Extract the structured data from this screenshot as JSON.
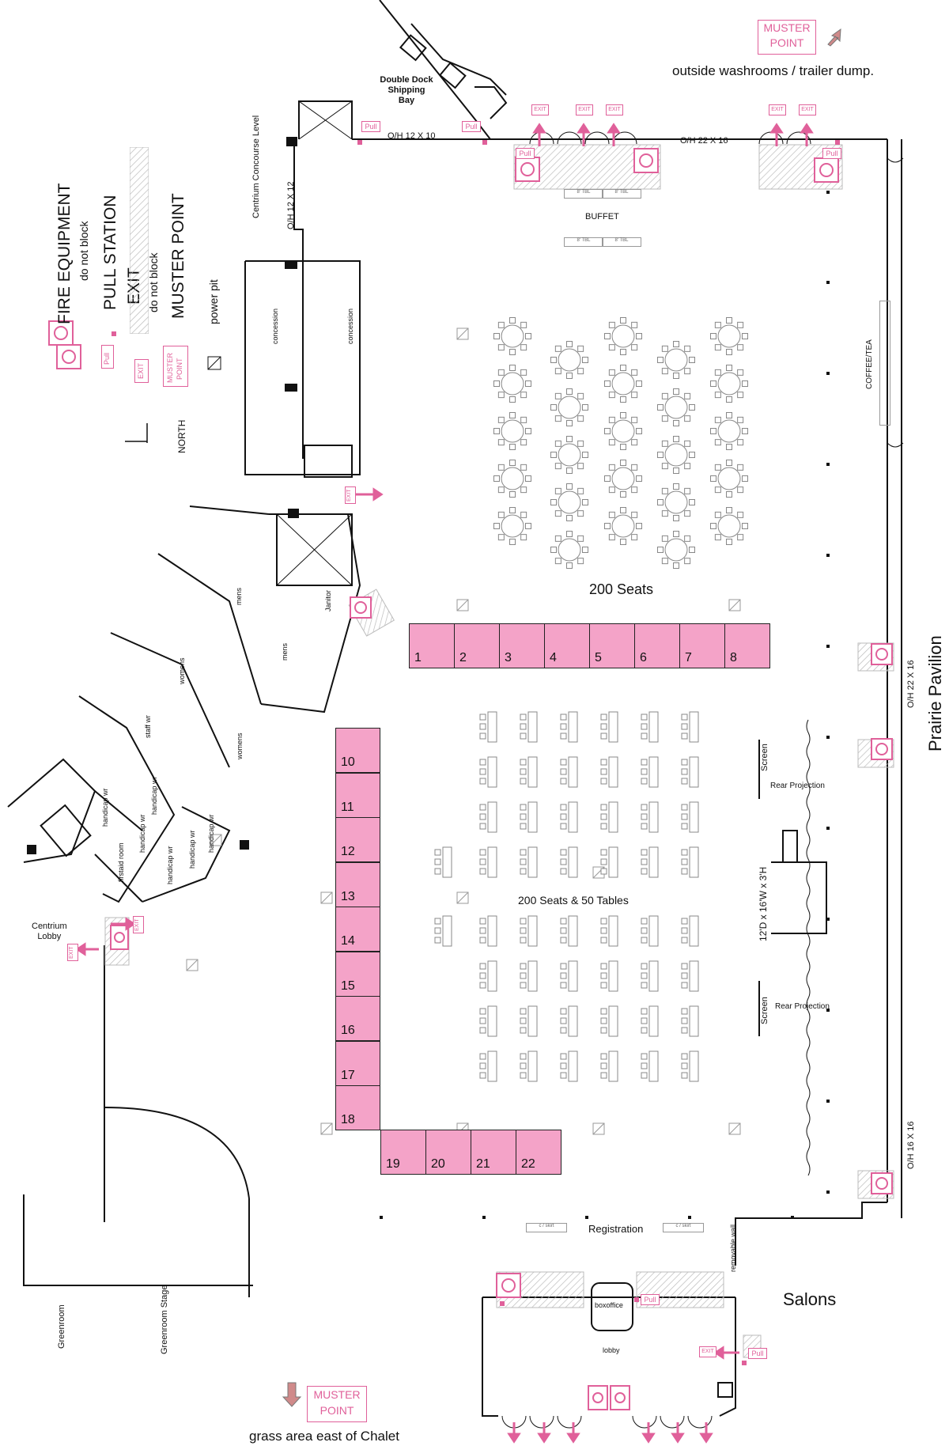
{
  "legend": {
    "fire_equipment": "FIRE EQUIPMENT",
    "fire_note": "do not block",
    "pull_station": "PULL STATION",
    "exit": "EXIT",
    "exit_note": "do not block",
    "muster_point": "MUSTER POINT",
    "power_pit": "power pit",
    "north": "NORTH",
    "pull_icon_label": "Pull",
    "exit_icon_label": "EXIT",
    "muster_icon_label_1": "MUSTER",
    "muster_icon_label_2": "POINT"
  },
  "top": {
    "muster_1": "MUSTER",
    "muster_2": "POINT",
    "outside_note": "outside washrooms / trailer dump.",
    "dock_1": "Double Dock",
    "dock_2": "Shipping",
    "dock_3": "Bay",
    "oh_12x10": "O/H  12 X 10",
    "oh_22x16_top": "O/H  22 X 16",
    "buffet": "BUFFET",
    "tbl": "8' TBL",
    "pull": "Pull",
    "exit": "EXIT"
  },
  "left_labels": {
    "concourse_1": "Centrium",
    "concourse_2": "Concourse",
    "concourse_3": "Level",
    "oh_12x12": "O/H 12 X 12",
    "concession": "concession",
    "mens": "mens",
    "womens": "womens",
    "janitor": "Janitor",
    "staff_wr": "staff wr",
    "handicap_wr": "handicap wr",
    "firstaid": "firstaid room",
    "lobby_1": "Centrium",
    "lobby_2": "Lobby",
    "greenroom": "Greenroom",
    "greenroom_stage": "Greenroom Stage"
  },
  "hall": {
    "seats_200": "200 Seats",
    "seats_tables": "200 Seats & 50 Tables",
    "coffee": "COFFEE/TEA",
    "screen": "Screen",
    "rear_projection": "Rear Projection",
    "stage": "12'D x 16'W x 3'H",
    "registration": "Registration",
    "cskirt": "c / skirt",
    "oh_22x16": "O/H 22 X 16",
    "oh_16x16": "O/H 16 X 16",
    "prairie": "Prairie Pavilion",
    "salons": "Salons",
    "removable_wall": "removable wall",
    "boxoffice": "boxoffice",
    "lobby": "lobby"
  },
  "booths": [
    "1",
    "2",
    "3",
    "4",
    "5",
    "6",
    "7",
    "8",
    "10",
    "11",
    "12",
    "13",
    "14",
    "15",
    "16",
    "17",
    "18",
    "19",
    "20",
    "21",
    "22"
  ],
  "bottom": {
    "muster_1": "MUSTER",
    "muster_2": "POINT",
    "grass_note": "grass area east of Chalet"
  },
  "colors": {
    "pink": "#e0609a",
    "booth_fill": "#f4a3c8",
    "hatch": "#bbbbbb",
    "line": "#111111"
  }
}
